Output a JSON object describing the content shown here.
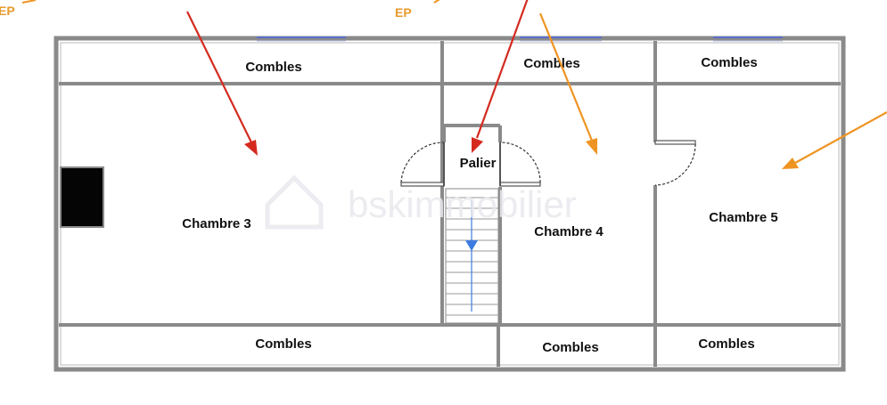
{
  "plan": {
    "rooms": {
      "combles_top_left": "Combles",
      "combles_top_middle": "Combles",
      "combles_top_right": "Combles",
      "chambre_3": "Chambre 3",
      "palier": "Palier",
      "chambre_4": "Chambre 4",
      "chambre_5": "Chambre 5",
      "combles_bottom_left": "Combles",
      "combles_bottom_middle": "Combles",
      "combles_bottom_right": "Combles"
    },
    "markers": {
      "ep_left": "EP",
      "ep_middle": "EP"
    },
    "watermark": "bskimmobilier",
    "colors": {
      "wall": "#8a8a8a",
      "window": "#5b6fc7",
      "stair_arrow": "#3d7be0",
      "arrow_red": "#d42a1f",
      "arrow_orange": "#ee9422",
      "ep_text": "#e89a2c",
      "chimney": "#050505"
    }
  }
}
